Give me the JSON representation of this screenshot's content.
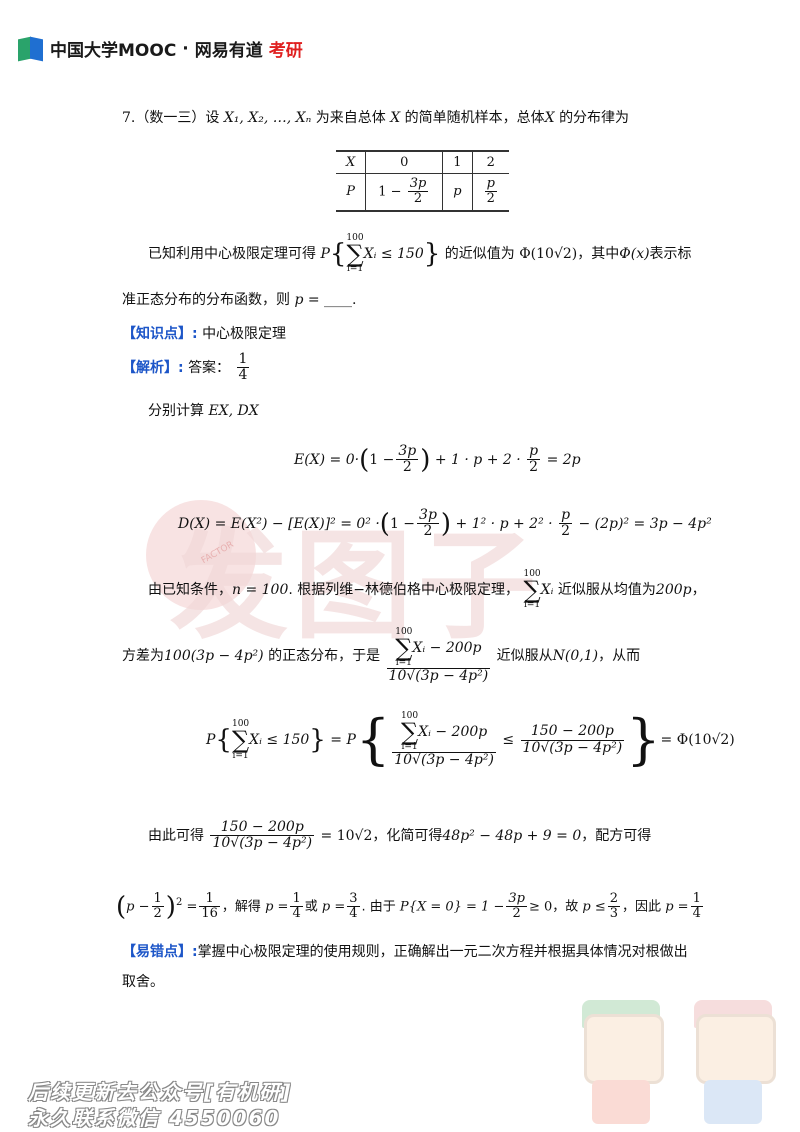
{
  "header": {
    "logo_text_a": "中国大学MOOC",
    "logo_dot": "·",
    "logo_text_b": "网易有道",
    "logo_text_c": "考研"
  },
  "problem": {
    "number": "7.",
    "category": "（数一三）",
    "stem_a": "设",
    "stem_vars": "X₁, X₂, …, Xₙ",
    "stem_b": "为来自总体",
    "stem_X": "X",
    "stem_c": "的简单随机样本，总体",
    "stem_d": "的分布律为",
    "table": {
      "header": [
        "X",
        "0",
        "1",
        "2"
      ],
      "row_label": "P",
      "row_cells": [
        "1 −",
        "3p",
        "2",
        "p",
        "p",
        "2"
      ]
    },
    "cond_a": "已知利用中心极限定理可得",
    "cond_P": "P",
    "cond_sum_top": "100",
    "cond_sum_bot": "i=1",
    "cond_expr": "Xᵢ ≤ 150",
    "cond_b": "的近似值为",
    "cond_phi": "Φ(10√2)",
    "cond_c": "，其中",
    "cond_phix": "Φ(x)",
    "cond_d": "表示标",
    "cond_e": "准正态分布的分布函数，则",
    "cond_p": "p = ____",
    "cond_f": "."
  },
  "knowledge": {
    "label": "【知识点】:",
    "text": "中心极限定理"
  },
  "analysis": {
    "label": "【解析】:",
    "answer_label": "答案：",
    "answer_num": "1",
    "answer_den": "4",
    "step1_a": "分别计算",
    "step1_b": "EX, DX",
    "ex_a": "E(X) = 0·",
    "ex_b": "1 −",
    "ex_num1": "3p",
    "ex_den1": "2",
    "ex_c": "+ 1 · p + 2 ·",
    "ex_num2": "p",
    "ex_den2": "2",
    "ex_d": "= 2p",
    "dx_a": "D(X) = E(X²) − [E(X)]² = 0² ·",
    "dx_b": "1 −",
    "dx_num1": "3p",
    "dx_den1": "2",
    "dx_c": "+ 1² · p + 2² ·",
    "dx_num2": "p",
    "dx_den2": "2",
    "dx_d": "− (2p)² = 3p − 4p²",
    "l3_a": "由已知条件，",
    "l3_n": "n = 100",
    "l3_b": ". 根据列维−林德伯格中心极限定理，",
    "l3_sum_top": "100",
    "l3_sum_bot": "i=1",
    "l3_X": "Xᵢ",
    "l3_c": "近似服从均值为",
    "l3_mean": "200p",
    "l3_d": "，",
    "l4_a": "方差为",
    "l4_var": "100(3p − 4p²)",
    "l4_b": "的正态分布，于是",
    "l4_sum_top": "100",
    "l4_sum_bot": "i=1",
    "l4_num": "Xᵢ − 200p",
    "l4_den": "10√(3p − 4p²)",
    "l4_c": "近似服从",
    "l4_N": "N(0,1)",
    "l4_d": "，从而",
    "eq_P": "P",
    "eq_sum_top": "100",
    "eq_sum_bot": "i=1",
    "eq_left": "Xᵢ ≤ 150",
    "eq_eq": "= P",
    "eq_num1": "Xᵢ − 200p",
    "eq_den1": "10√(3p − 4p²)",
    "eq_le": "≤",
    "eq_num2": "150 − 200p",
    "eq_den2": "10√(3p − 4p²)",
    "eq_right": "= Φ(10√2)",
    "l5_a": "由此可得",
    "l5_num": "150 − 200p",
    "l5_den": "10√(3p − 4p²)",
    "l5_b": "= 10√2",
    "l5_c": "，化简可得",
    "l5_eq": "48p² − 48p + 9 = 0",
    "l5_d": "，配方可得",
    "l6_a": "p −",
    "l6_h_num": "1",
    "l6_h_den": "2",
    "l6_sq": "2",
    "l6_eq": "=",
    "l6_r_num": "1",
    "l6_r_den": "16",
    "l6_b": "，解得",
    "l6_p1": "p =",
    "l6_p1_num": "1",
    "l6_p1_den": "4",
    "l6_or": "或",
    "l6_p2": "p =",
    "l6_p2_num": "3",
    "l6_p2_den": "4",
    "l6_c": ". 由于",
    "l6_P": "P{X = 0} = 1 −",
    "l6_q_num": "3p",
    "l6_q_den": "2",
    "l6_ge": "≥ 0",
    "l6_d": "，故",
    "l6_le": "p ≤",
    "l6_le_num": "2",
    "l6_le_den": "3",
    "l6_e": "，因此",
    "l6_final": "p =",
    "l6_f_num": "1",
    "l6_f_den": "4"
  },
  "pitfall": {
    "label": "【易错点】:",
    "text_a": "掌握中心极限定理的使用规则，正确解出一元二次方程并根据具体情况对根做出",
    "text_b": "取舍。"
  },
  "watermark": {
    "text": "发图子",
    "small": "FACTOR"
  },
  "footer": {
    "line1": "后续更新去公众号[有机研]",
    "line2": "永久联系微信 4550060"
  }
}
